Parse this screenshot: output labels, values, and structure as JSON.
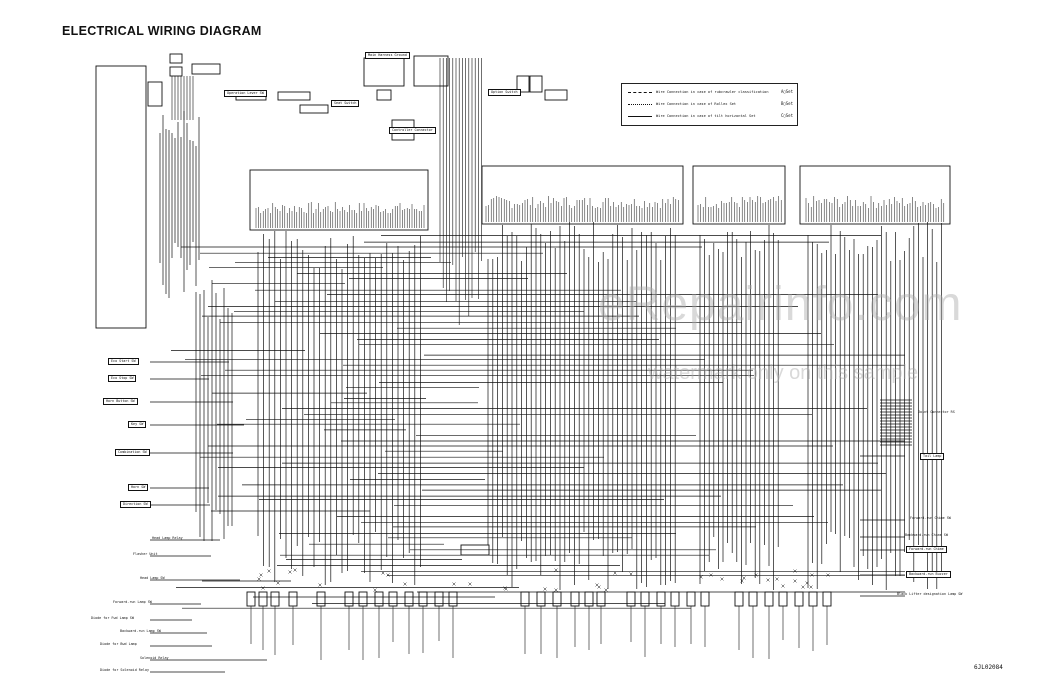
{
  "title": "ELECTRICAL WIRING DIAGRAM",
  "doc_code": "6JL02084",
  "watermark": {
    "main": "eRepairinfo.com",
    "sub": "watermark only on this sample"
  },
  "legend": {
    "rows": [
      {
        "text": "Wire Connection in case of rubcrawler classification",
        "code": "A▢Set"
      },
      {
        "text": "Wire Connection in case of Rollex Set",
        "code": "B▢Set"
      },
      {
        "text": "Wire Connection in case of tilt horizontal Set",
        "code": "C▢Set"
      }
    ]
  },
  "connectors_left": [
    {
      "label": "Eco Start SW"
    },
    {
      "label": "Eco Stop SW"
    },
    {
      "label": "Horn Button SW"
    },
    {
      "label": "Key SW"
    },
    {
      "label": "Combination SW"
    },
    {
      "label": "Horn SW"
    },
    {
      "label": "Direction SW"
    },
    {
      "label": "Head Lamp Relay"
    },
    {
      "label": "Flasher Unit"
    },
    {
      "label": "Head Lamp SW"
    },
    {
      "label": "Forward-run Lamp SW"
    },
    {
      "label": "Diode for Fwd Lamp SW"
    },
    {
      "label": "Backward-run Lamp SW"
    },
    {
      "label": "Diode for Bwd Lamp"
    },
    {
      "label": "Solenoid Relay"
    },
    {
      "label": "Diode for Solenoid Relay"
    }
  ],
  "connectors_right": [
    {
      "label": "Joint Connector RS"
    },
    {
      "label": "Tail Lamp"
    },
    {
      "label": "Forward-run Chime SW"
    },
    {
      "label": "Backward-run Chime SW"
    },
    {
      "label": "Forward-run Chime"
    },
    {
      "label": "Backward-run Buzzer"
    },
    {
      "label": "Black Lifter designation Lamp SW"
    }
  ],
  "connectors_top": [
    {
      "label": "Main Harness Ground"
    },
    {
      "label": "Option Switch"
    },
    {
      "label": "Operation Lever SW"
    },
    {
      "label": "Seat Switch"
    },
    {
      "label": "Controller Connector"
    }
  ]
}
